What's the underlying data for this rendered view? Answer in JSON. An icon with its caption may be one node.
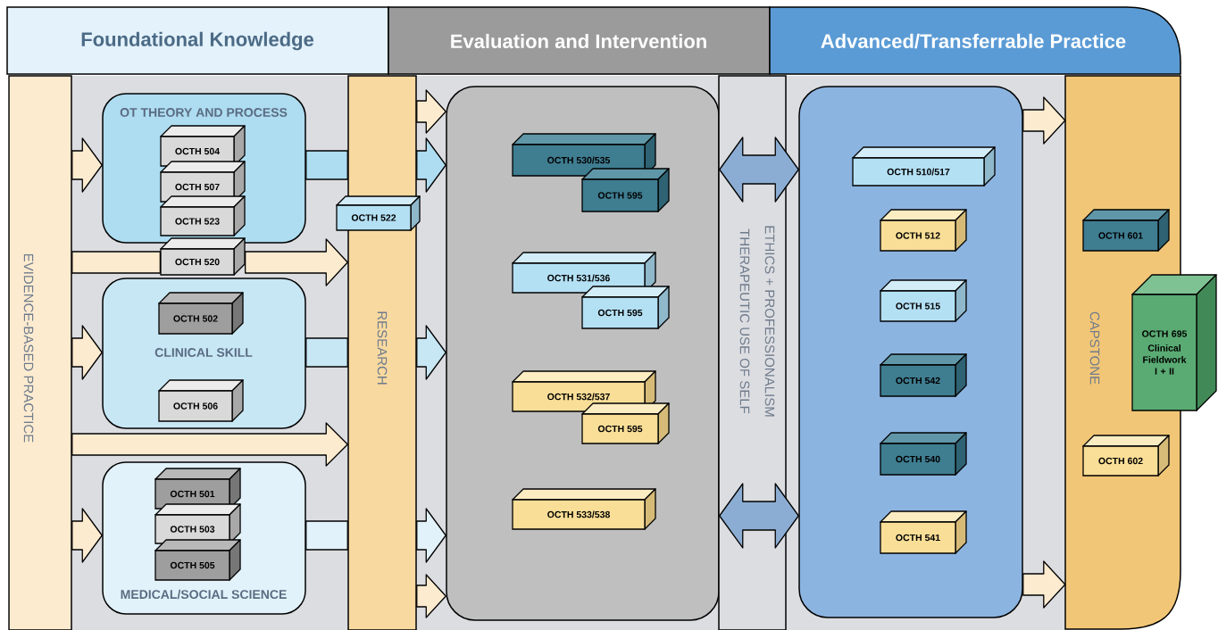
{
  "diagram": {
    "nodes": [
      {
        "text": [
          "Foundational Knowledge"
        ]
      },
      {
        "text": [
          "Evaluation and Intervention"
        ]
      },
      {
        "text": [
          "Advanced/Transferrable Practice"
        ]
      },
      {
        "text": [
          "EVIDENCE-BASED PRACTICE"
        ]
      },
      {
        "text": [
          "OT THEORY AND PROCESS"
        ]
      },
      {
        "text": [
          "OCTH 504"
        ],
        "in": 4
      },
      {
        "text": [
          "OCTH 507"
        ],
        "in": 4
      },
      {
        "text": [
          "OCTH 523"
        ],
        "in": 4
      },
      {
        "text": [
          "OCTH 520"
        ]
      },
      {
        "text": [
          "CLINICAL SKILL"
        ]
      },
      {
        "text": [
          "OCTH 502"
        ],
        "in": 9
      },
      {
        "text": [
          "OCTH 506"
        ],
        "in": 9
      },
      {
        "text": [
          "MEDICAL/SOCIAL SCIENCE"
        ]
      },
      {
        "text": [
          "OCTH 501"
        ],
        "in": 12
      },
      {
        "text": [
          "OCTH 503"
        ],
        "in": 12
      },
      {
        "text": [
          "OCTH 505"
        ],
        "in": 12
      },
      {
        "text": [
          "RESEARCH"
        ]
      },
      {
        "text": [
          "OCTH 522"
        ]
      },
      {
        "text": [],
        "shape": "box"
      },
      {
        "text": [
          "OCTH 530/535"
        ],
        "in": 18
      },
      {
        "text": [
          "OCTH 595"
        ],
        "in": 18
      },
      {
        "text": [
          "OCTH 531/536"
        ],
        "in": 18
      },
      {
        "text": [
          "OCTH 595"
        ],
        "in": 18
      },
      {
        "text": [
          "OCTH 532/537"
        ],
        "in": 18
      },
      {
        "text": [
          "OCTH 595"
        ],
        "in": 18
      },
      {
        "text": [
          "OCTH 533/538"
        ],
        "in": 18
      },
      {
        "text": [
          "ETHICS + PROFESSIONALISM",
          "THERAPEUTIC USE OF SELF"
        ]
      },
      {
        "text": [],
        "shape": "box"
      },
      {
        "text": [
          "OCTH 510/517"
        ],
        "in": 27
      },
      {
        "text": [
          "OCTH 512"
        ],
        "in": 27
      },
      {
        "text": [
          "OCTH 515"
        ],
        "in": 27
      },
      {
        "text": [
          "OCTH 542"
        ],
        "in": 27
      },
      {
        "text": [
          "OCTH 540"
        ],
        "in": 27
      },
      {
        "text": [
          "OCTH 541"
        ],
        "in": 27
      },
      {
        "text": [
          "CAPSTONE"
        ]
      },
      {
        "text": [
          "OCTH 601"
        ],
        "in": 34
      },
      {
        "text": [
          "OCTH 602"
        ],
        "in": 34
      },
      {
        "text": [
          "OCTH 695",
          "Clinical Fieldwork I + II"
        ]
      }
    ],
    "edges": [
      {
        "from": 3,
        "to": 4,
        "arrow": "to"
      },
      {
        "from": 3,
        "to": 9,
        "arrow": "to"
      },
      {
        "from": 3,
        "to": 12,
        "arrow": "to"
      },
      {
        "from": 3,
        "to": 8,
        "arrow": "none"
      },
      {
        "from": 8,
        "to": 16,
        "arrow": "to"
      },
      {
        "from": 3,
        "to": 16,
        "arrow": "to"
      },
      {
        "from": 4,
        "to": 16,
        "arrow": "none",
        "color": "#aedcf0"
      },
      {
        "from": 9,
        "to": 16,
        "arrow": "none",
        "color": "#c8e7f5"
      },
      {
        "from": 12,
        "to": 16,
        "arrow": "none",
        "color": "#e2f2fa"
      },
      {
        "from": 16,
        "to": 18,
        "arrow": "to"
      },
      {
        "from": 16,
        "to": 18,
        "arrow": "to",
        "color": "#aedcf0"
      },
      {
        "from": 16,
        "to": 18,
        "arrow": "to",
        "color": "#c8e7f5"
      },
      {
        "from": 16,
        "to": 18,
        "arrow": "to",
        "color": "#e2f2fa"
      },
      {
        "from": 16,
        "to": 18,
        "arrow": "to"
      },
      {
        "from": 18,
        "to": 27,
        "arrow": "both",
        "color": "#8cadd3"
      },
      {
        "from": 18,
        "to": 27,
        "arrow": "both",
        "color": "#8cadd3"
      },
      {
        "from": 27,
        "to": 34,
        "arrow": "to"
      },
      {
        "from": 27,
        "to": 34,
        "arrow": "to"
      }
    ]
  }
}
